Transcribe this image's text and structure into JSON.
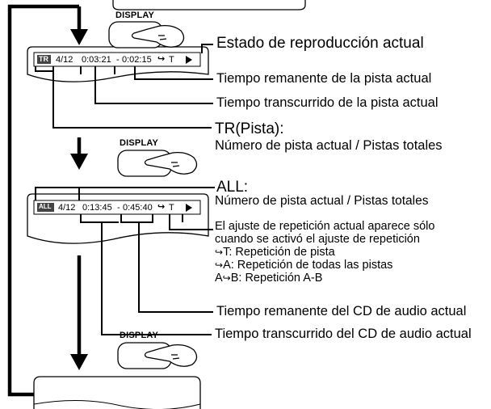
{
  "button_label": "DISPLAY",
  "screen_track": {
    "mode_badge": "TR",
    "track": "4/12",
    "elapsed": "0:03:21",
    "separator": "-",
    "remaining": "0:02:15",
    "repeat": "T",
    "play": "▶"
  },
  "screen_all": {
    "mode_badge": "ALL",
    "track": "4/12",
    "elapsed": "0:13:45",
    "separator": "-",
    "remaining": "0:45:40",
    "repeat": "T",
    "play": "▶"
  },
  "labels": {
    "playback_status": "Estado de reproducción actual",
    "track_remaining": "Tiempo remanente de la pista actual",
    "track_elapsed": "Tiempo transcurrido de la pista actual",
    "tr_title": "TR(Pista):",
    "tr_desc": "Número de pista actual / Pistas totales",
    "all_title": "ALL:",
    "all_desc": "Número de pista actual / Pistas totales",
    "repeat_note_1": "El ajuste de repetición actual aparece sólo",
    "repeat_note_2": "cuando se activó el ajuste de repetición",
    "repeat_t": "T: Repetición de pista",
    "repeat_a": "A: Repetición de todas las pistas",
    "repeat_ab_prefix": "A",
    "repeat_ab": "B: Repetición A-B",
    "cd_remaining": "Tiempo remanente del CD de audio actual",
    "cd_elapsed": "Tiempo transcurrido del CD de audio actual"
  }
}
